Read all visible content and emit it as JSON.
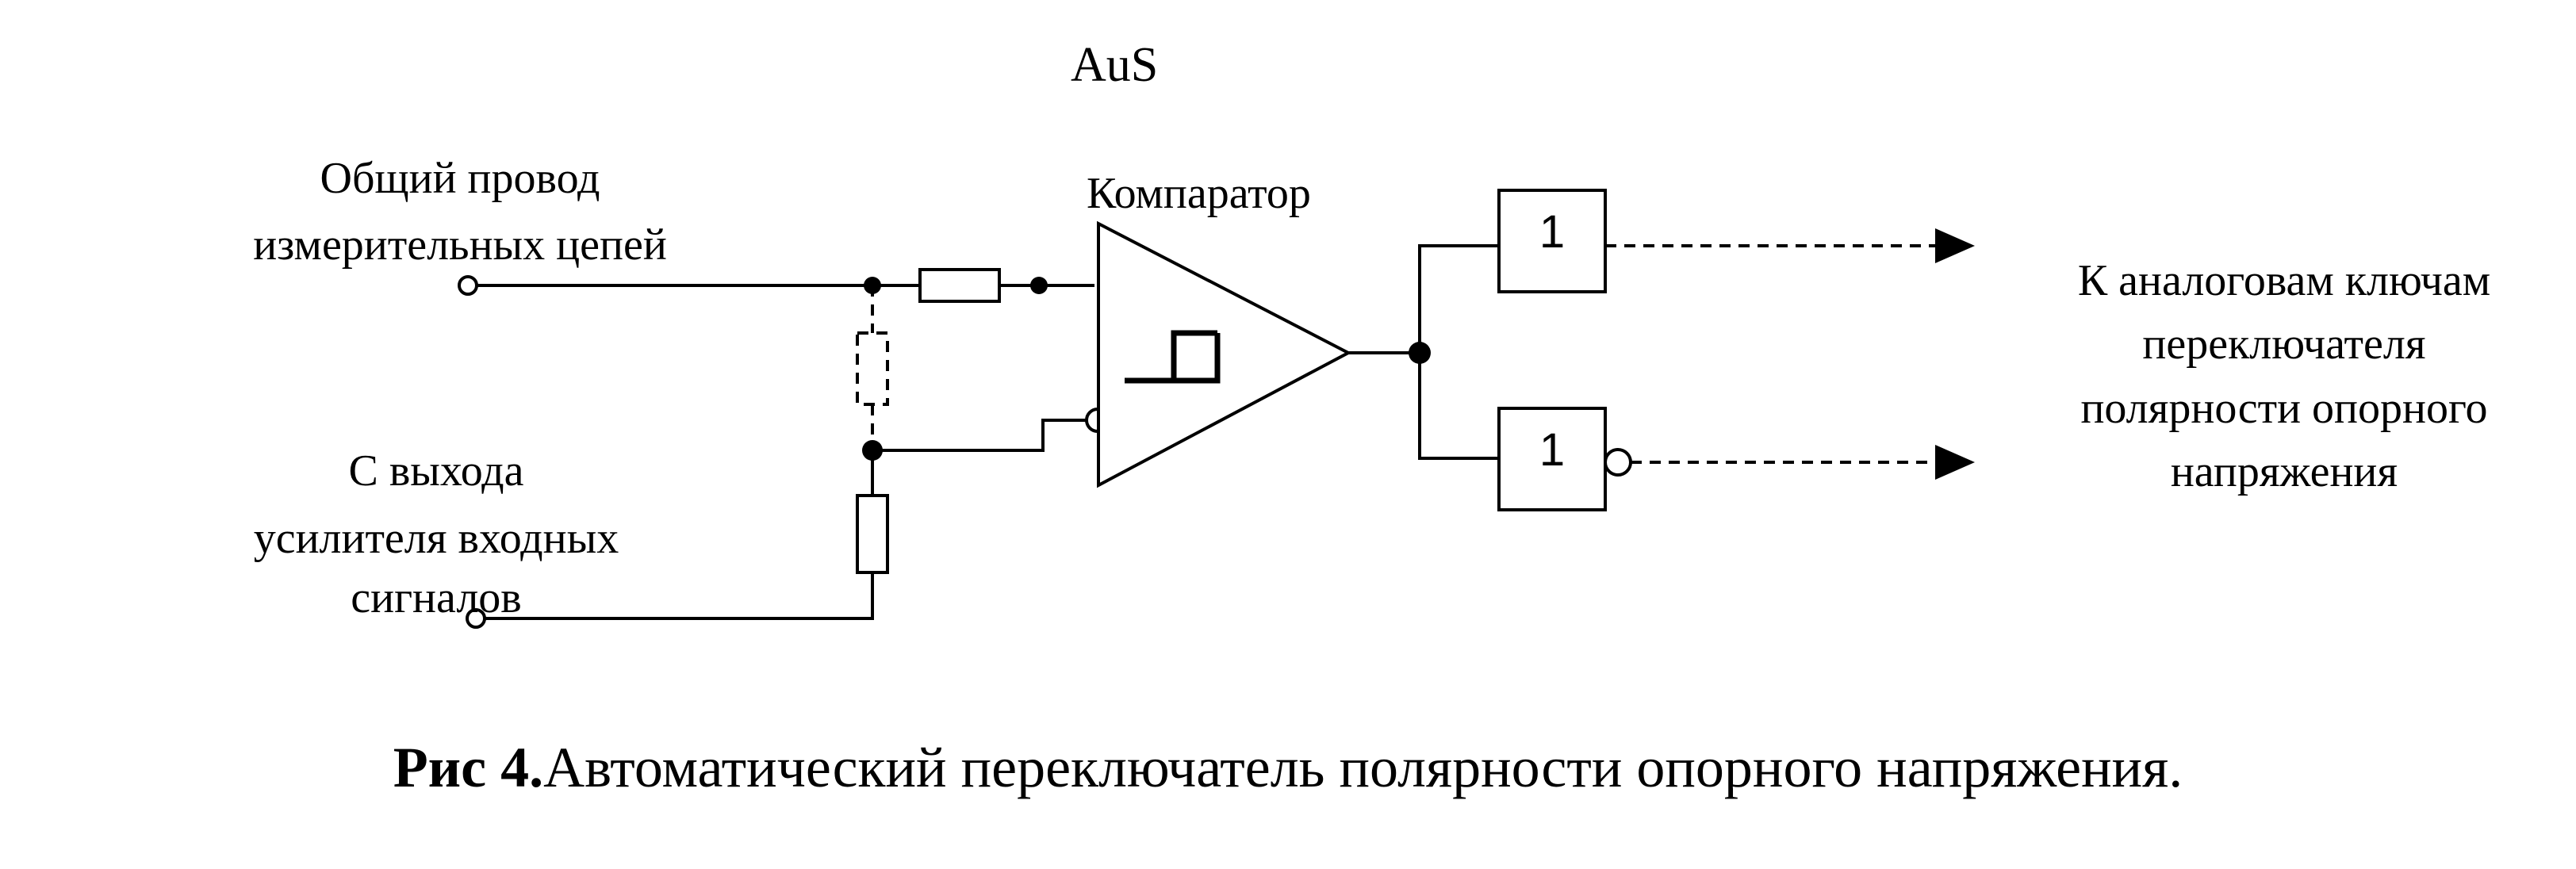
{
  "title": "AuS",
  "labels": {
    "common_wire_line1": "Общий провод",
    "common_wire_line2": "измерительных цепей",
    "input_line1": "С выхода",
    "input_line2": "усилителя входных",
    "input_line3": "сигналов",
    "comparator": "Компаратор",
    "output_line1": "К аналоговам ключам",
    "output_line2": "переключателя",
    "output_line3": "полярности опорного",
    "output_line4": "напряжения",
    "gate_upper": "1",
    "gate_lower": "1"
  },
  "caption": {
    "prefix": "Рис 4.",
    "text": "Автоматический переключатель полярности опорного напряжения."
  }
}
